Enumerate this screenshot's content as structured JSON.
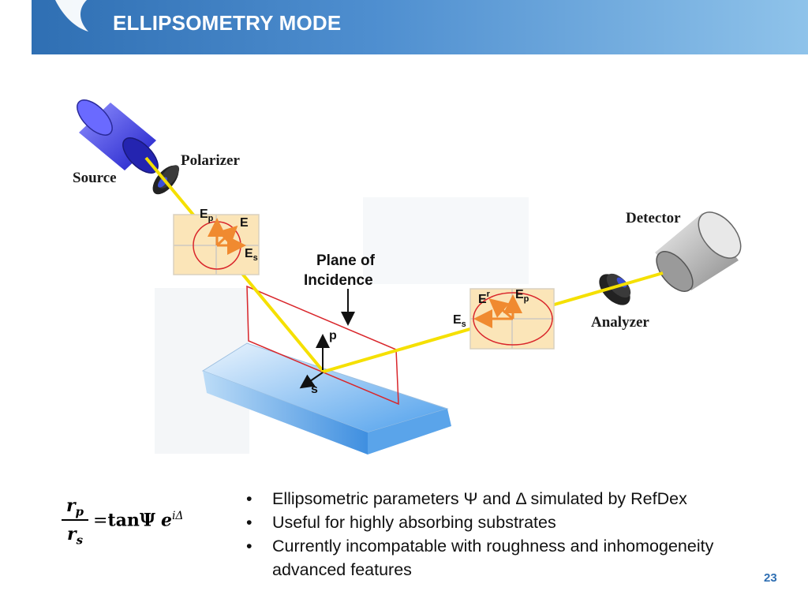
{
  "header": {
    "title": "ELLIPSOMETRY MODE"
  },
  "diagram": {
    "source_label": "Source",
    "polarizer_label": "Polarizer",
    "detector_label": "Detector",
    "analyzer_label": "Analyzer",
    "plane_label_1": "Plane of",
    "plane_label_2": "Incidence",
    "p_label": "p",
    "s_label": "s",
    "incident_e": "E",
    "incident_ep": "E",
    "incident_ep_sub": "p",
    "incident_es": "E",
    "incident_es_sub": "s",
    "reflected_e": "E",
    "reflected_e_sup": "r",
    "reflected_ep": "E",
    "reflected_ep_sub": "p",
    "reflected_es": "E",
    "reflected_es_sub": "s",
    "colors": {
      "beam": "#f5e000",
      "plane": "#d9262b",
      "arrow": "#f08a30",
      "ellipse": "#d9262b"
    }
  },
  "formula": {
    "num": "r",
    "num_sub": "p",
    "den": "r",
    "den_sub": "s",
    "equals": "=",
    "tan": "tan",
    "psi": "Ψ",
    "e": "e",
    "exp": "iΔ"
  },
  "bullets": [
    "Ellipsometric parameters Ψ and Δ simulated by RefDex",
    "Useful for highly absorbing substrates",
    "Currently incompatable with roughness and inhomogeneity advanced features"
  ],
  "bullet_symbol": "•",
  "page_number": "23"
}
